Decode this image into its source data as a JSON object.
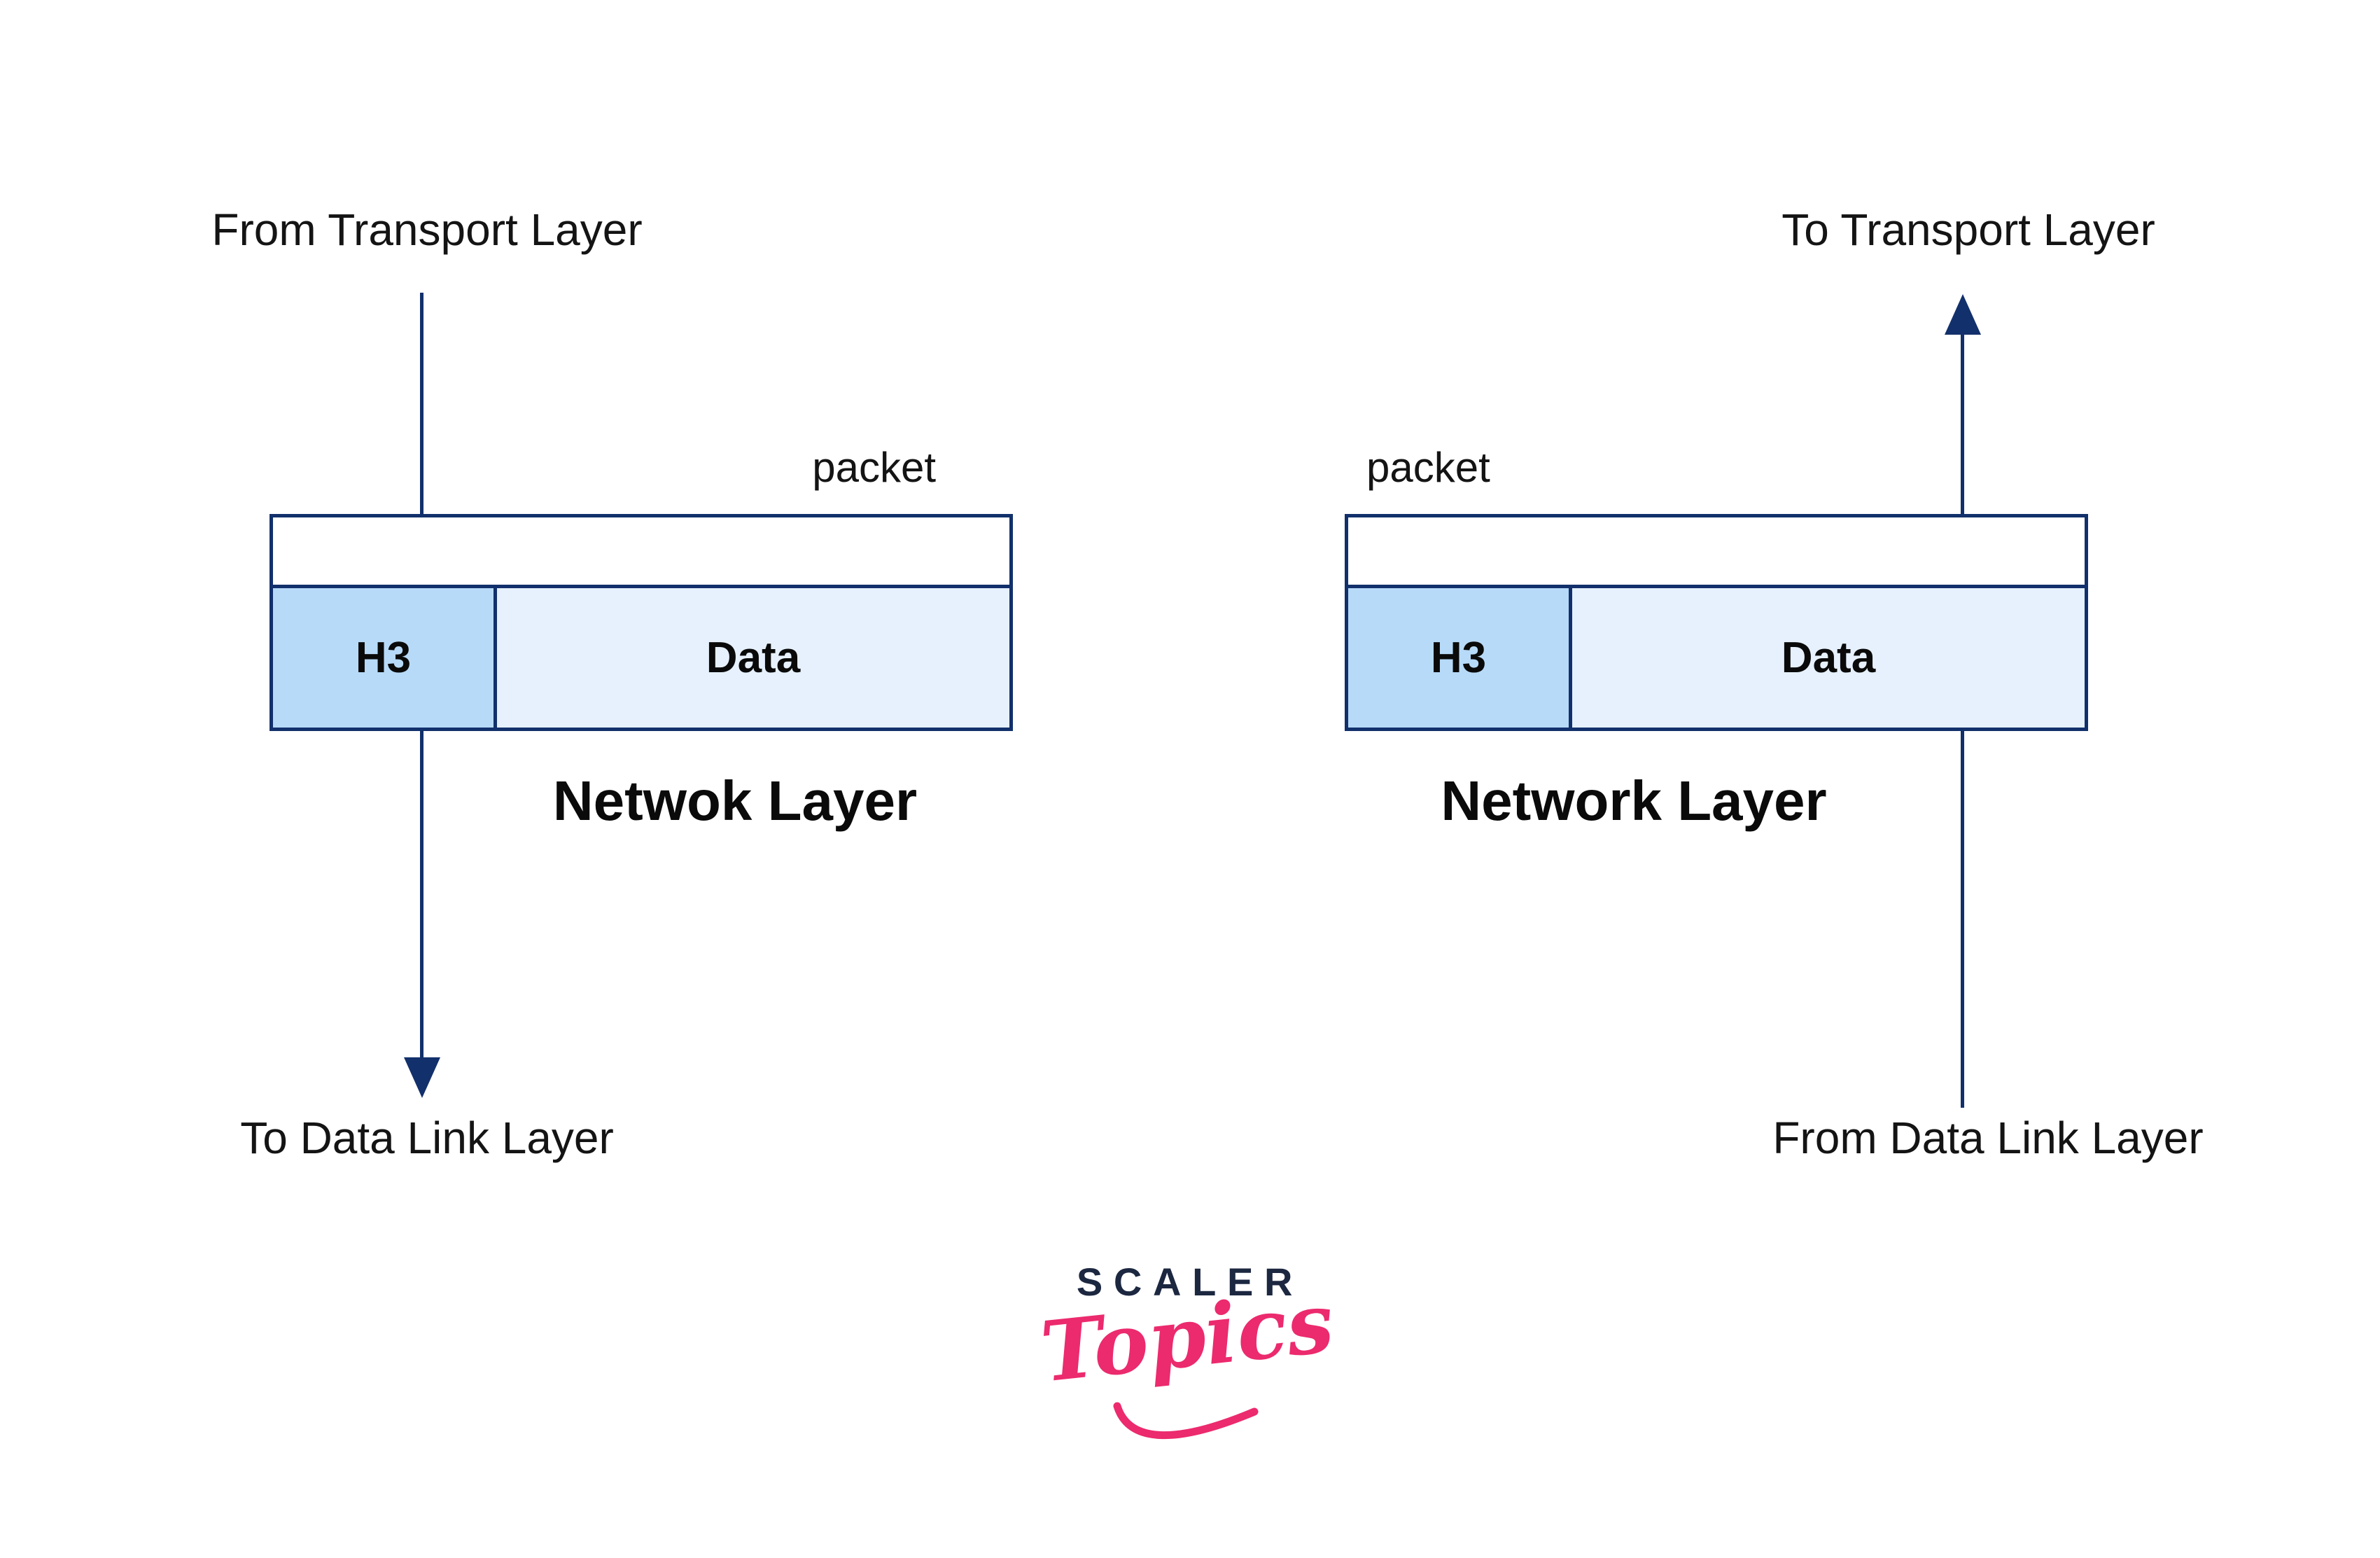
{
  "colors": {
    "navy": "#12306B",
    "h3_fill": "#B7DAF8",
    "data_fill": "#E6F1FD",
    "row_white": "#FEFFFE",
    "label_ink": "#141414",
    "title_ink": "#0A0A0A",
    "scaler_navy": "#1C2740",
    "topics_pink": "#EC2A6E",
    "bg": "#FFFFFF"
  },
  "left_diagram": {
    "top_label": "From Transport Layer",
    "packet_label": "packet",
    "header_cell": "H3",
    "data_cell": "Data",
    "layer_title": "Netwok Layer",
    "bottom_label": "To Data Link Layer",
    "flow_direction": "down"
  },
  "right_diagram": {
    "top_label": "To Transport Layer",
    "packet_label": "packet",
    "header_cell": "H3",
    "data_cell": "Data",
    "layer_title": "Network Layer",
    "bottom_label": "From Data Link Layer",
    "flow_direction": "up"
  },
  "logo": {
    "brand": "SCALER",
    "product": "Topics"
  }
}
